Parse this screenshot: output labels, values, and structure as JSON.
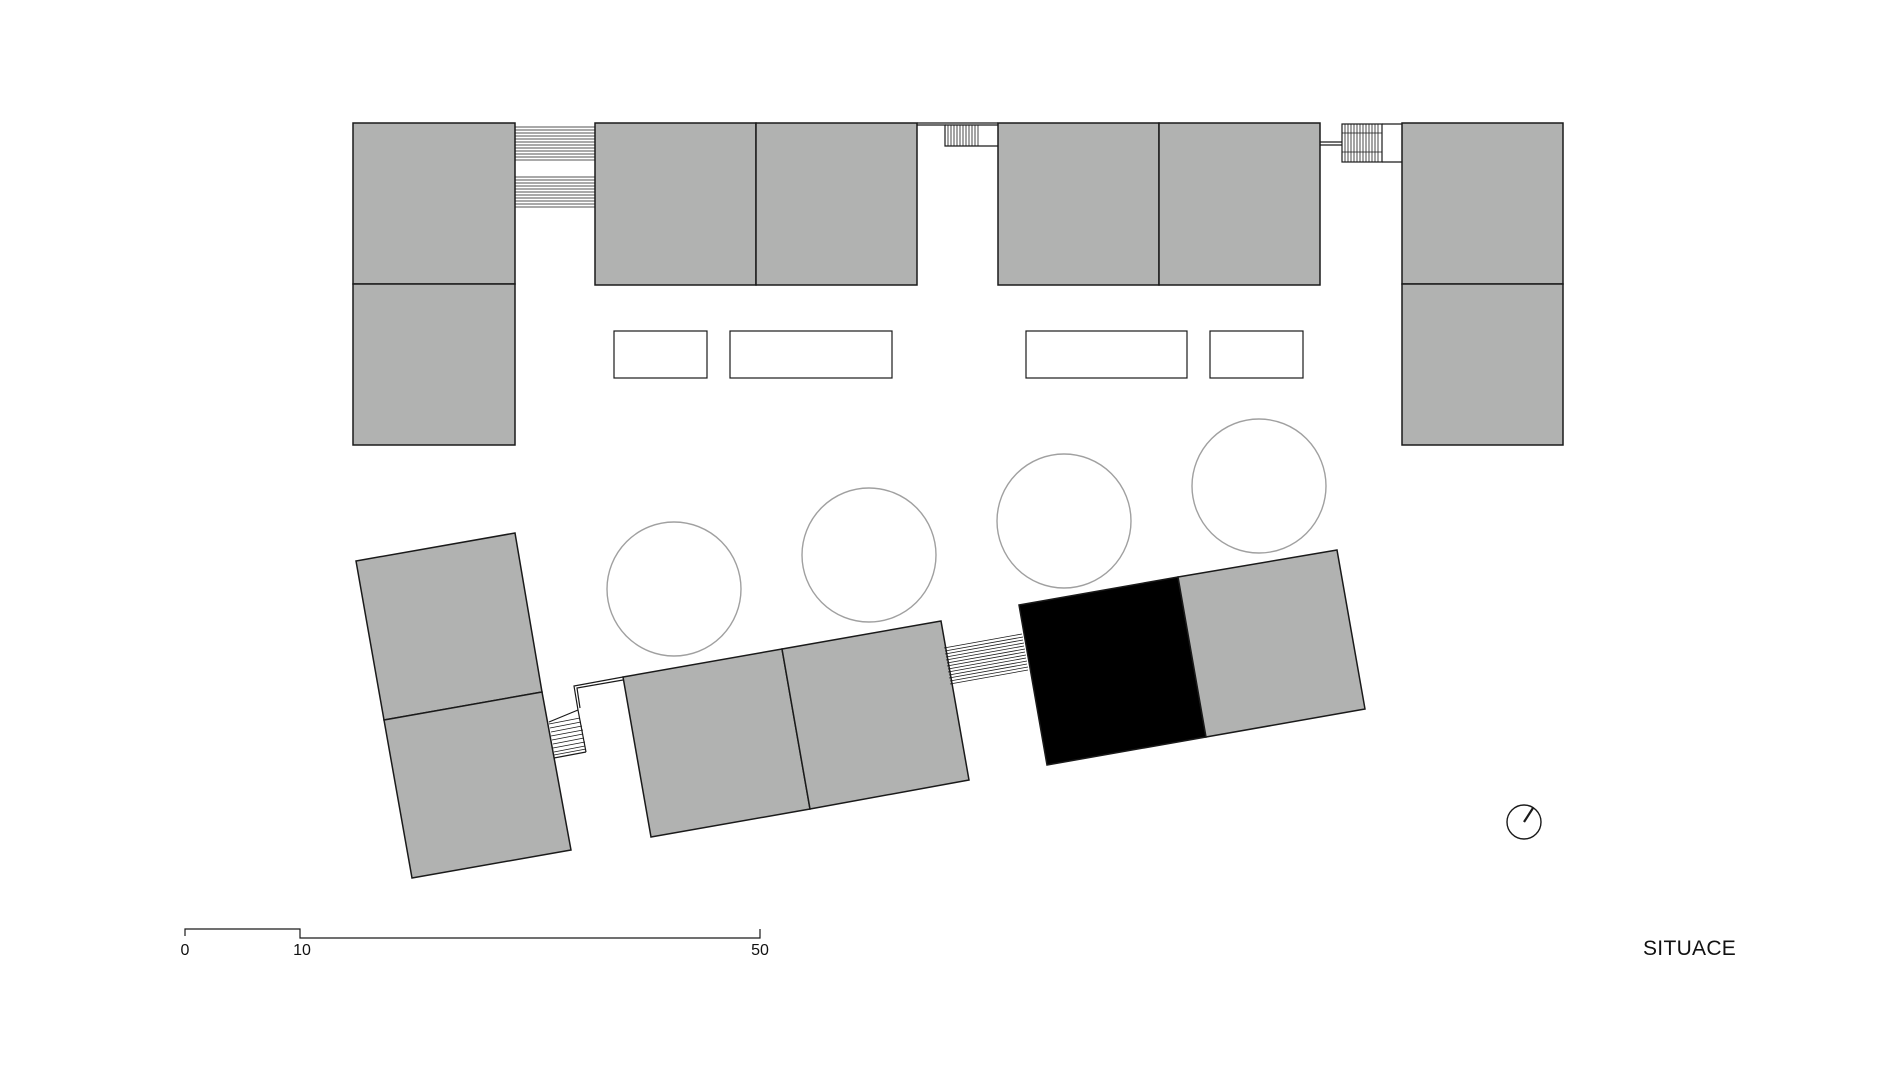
{
  "drawing": {
    "title": "SITUACE",
    "colors": {
      "building_fill": "#b1b2b1",
      "highlight_fill": "#000000",
      "outline": "#1a1a1a",
      "tree_outline": "#a0a0a0",
      "background": "#ffffff"
    },
    "scale_bar": {
      "labels": [
        "0",
        "10",
        "50"
      ]
    },
    "north_arrow": {
      "icon": "north-arrow-icon"
    }
  }
}
